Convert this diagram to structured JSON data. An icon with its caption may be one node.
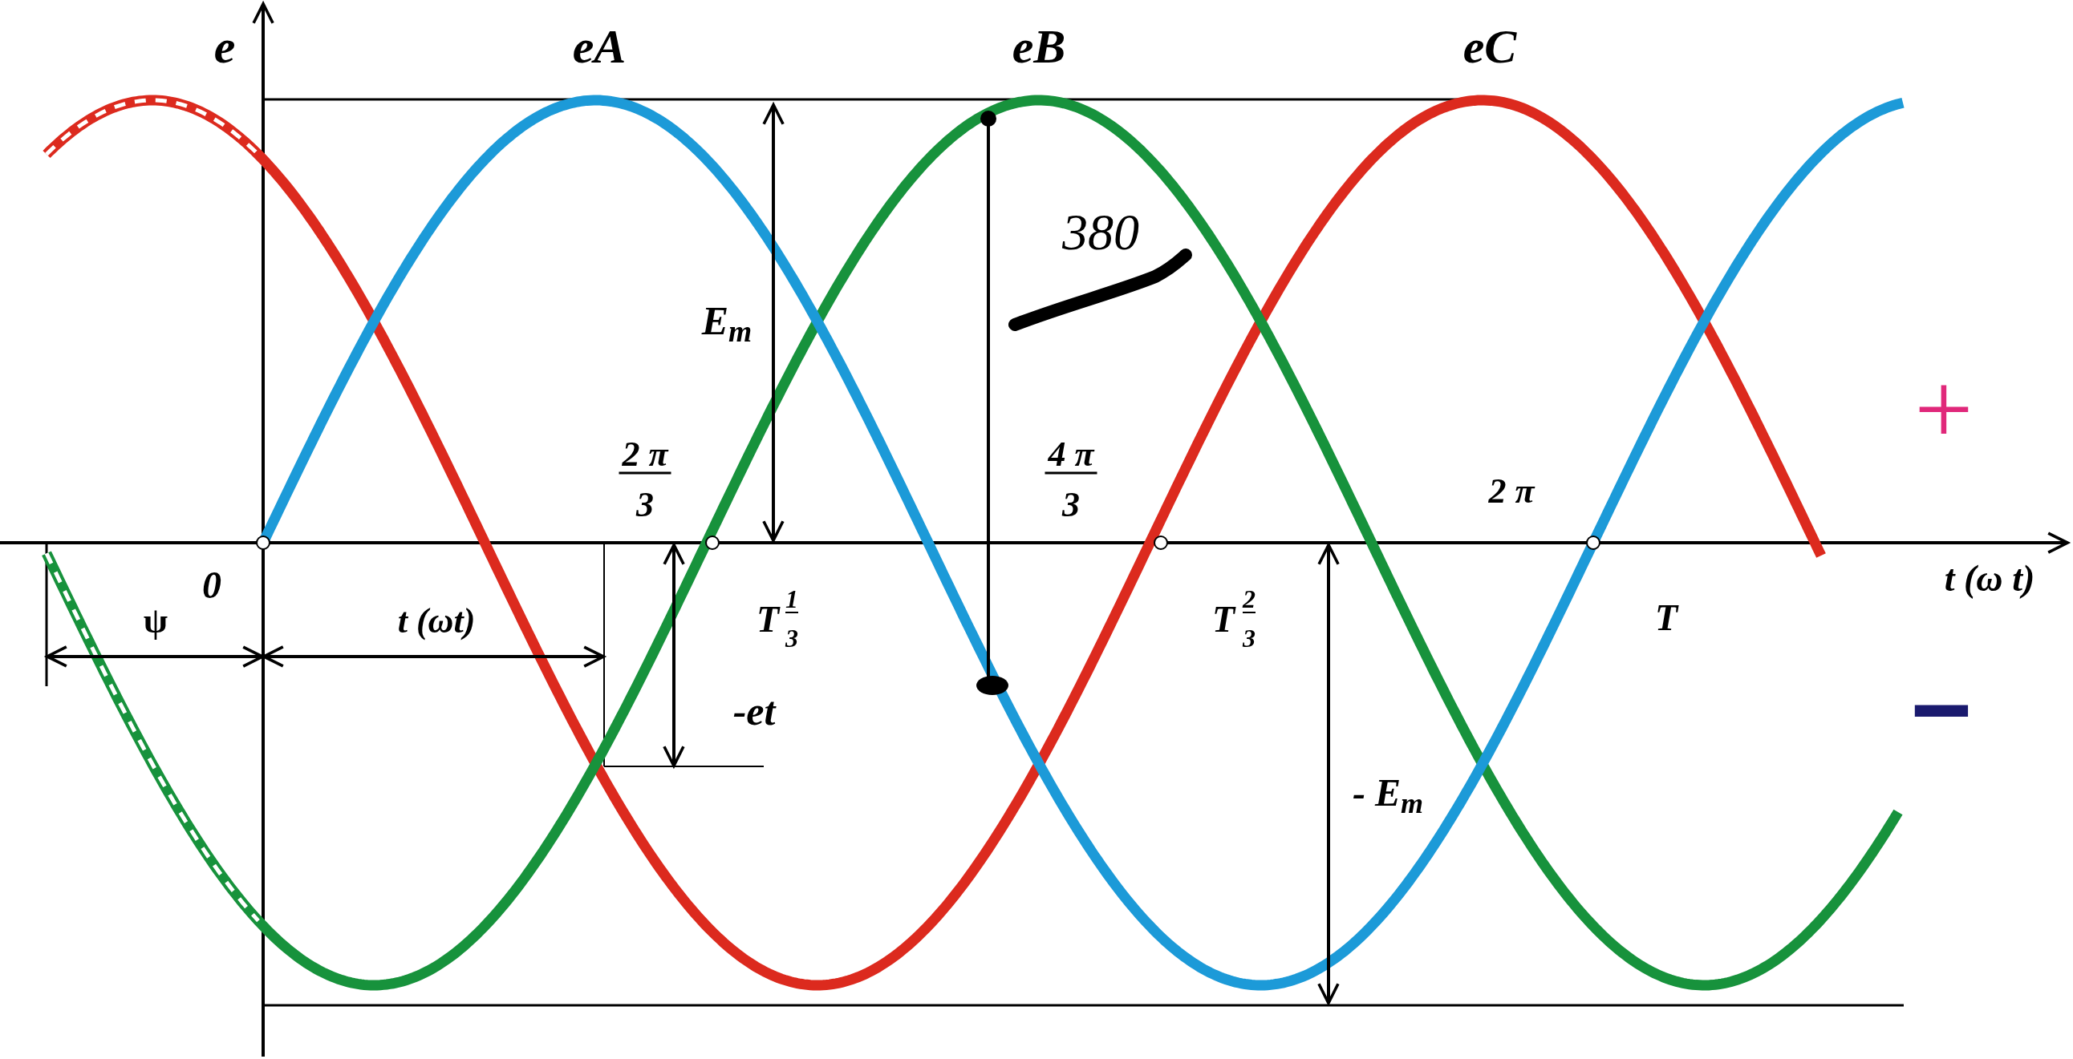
{
  "diagram": {
    "labels": [
      "e",
      "eA",
      "eB",
      "eC",
      "380",
      "E$_{m}$",
      "+",
      "2 π",
      "3",
      "4 π",
      "3",
      "2 π",
      "0",
      "t (ω t)",
      "ψ",
      "t (ωt)",
      "T",
      "1",
      "3",
      "T",
      "2",
      "3",
      "T",
      "-",
      "-et",
      "- E$_{m}$"
    ]
  }
}
